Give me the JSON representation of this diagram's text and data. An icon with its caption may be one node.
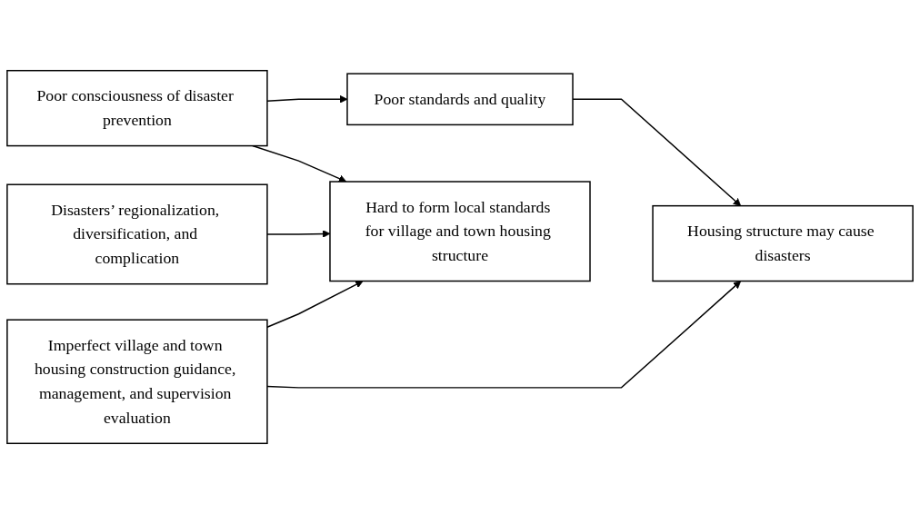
{
  "diagram": {
    "nodes": [
      {
        "text": [
          "Poor consciousness of disaster prevention"
        ]
      },
      {
        "text": [
          "Poor standards and quality"
        ]
      },
      {
        "text": [
          "Housing structure may cause disasters"
        ]
      },
      {
        "text": [
          "Disasters’ regionalization, diversification, and complication"
        ]
      },
      {
        "text": [
          "Hard to form local standards for village and town housing structure"
        ]
      },
      {
        "text": [
          "Imperfect village and town housing construction guidance, management, and supervision evaluation"
        ]
      }
    ],
    "edges": [
      {
        "from": 0,
        "to": 1,
        "arrow": "to"
      },
      {
        "from": 1,
        "to": 2,
        "arrow": "to"
      },
      {
        "from": 0,
        "to": 4,
        "arrow": "to"
      },
      {
        "from": 3,
        "to": 4,
        "arrow": "to"
      },
      {
        "from": 5,
        "to": 4,
        "arrow": "to"
      },
      {
        "from": 5,
        "to": 2,
        "arrow": "to"
      }
    ]
  }
}
